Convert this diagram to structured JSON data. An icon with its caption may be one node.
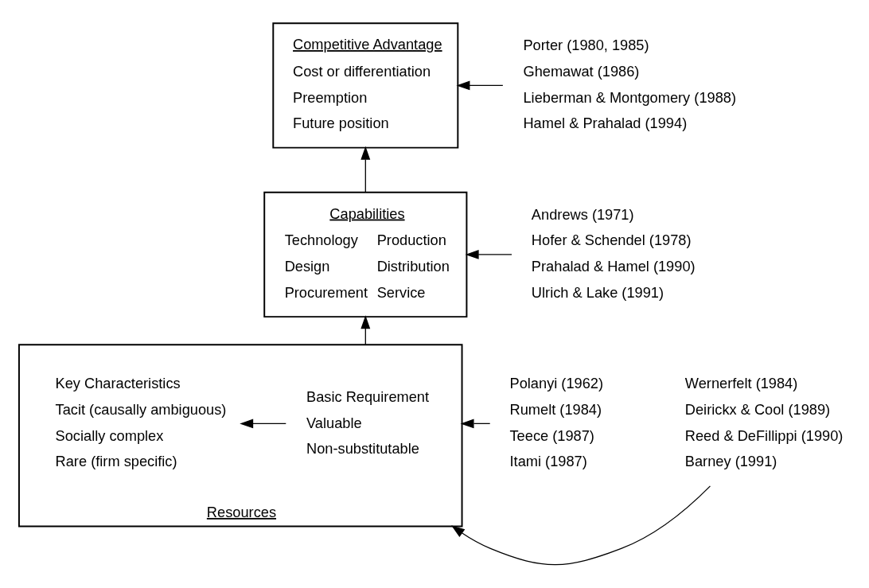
{
  "diagram": {
    "nodes": [
      {
        "text": [
          "Competitive Advantage",
          "Cost or differentiation",
          "Preemption",
          "Future position"
        ]
      },
      {
        "text": [
          "Porter (1980, 1985)",
          "Ghemawat (1986)",
          "Lieberman & Montgomery (1988)",
          "Hamel & Prahalad (1994)"
        ]
      },
      {
        "text": [
          "Capabilities",
          "Technology",
          "Production",
          "Design",
          "Distribution",
          "Procurement",
          "Service"
        ]
      },
      {
        "text": [
          "Andrews (1971)",
          "Hofer & Schendel (1978)",
          "Prahalad & Hamel (1990)",
          "Ulrich & Lake (1991)"
        ]
      },
      {
        "text": [
          "Resources"
        ]
      },
      {
        "text": [
          "Basic Requirement",
          "Valuable",
          "Non-substitutable"
        ],
        "in": 4
      },
      {
        "text": [
          "Key Characteristics",
          "Tacit (causally ambiguous)",
          "Socially complex",
          "Rare (firm specific)"
        ],
        "in": 4
      },
      {
        "text": [
          "Polanyi (1962)",
          "Rumelt (1984)",
          "Teece (1987)",
          "Itami (1987)"
        ]
      },
      {
        "text": [
          "Wernerfelt (1984)",
          "Deirickx & Cool (1989)",
          "Reed & DeFillippi (1990)",
          "Barney (1991)"
        ]
      }
    ],
    "edges": [
      {
        "from": 1,
        "to": 0,
        "arrow": "to"
      },
      {
        "from": 2,
        "to": 0,
        "arrow": "to"
      },
      {
        "from": 3,
        "to": 2,
        "arrow": "to"
      },
      {
        "from": 4,
        "to": 2,
        "arrow": "to"
      },
      {
        "from": 5,
        "to": 6,
        "arrow": "to"
      },
      {
        "from": 7,
        "to": 4,
        "arrow": "to"
      },
      {
        "from": 8,
        "to": 4,
        "arrow": "to"
      }
    ]
  }
}
